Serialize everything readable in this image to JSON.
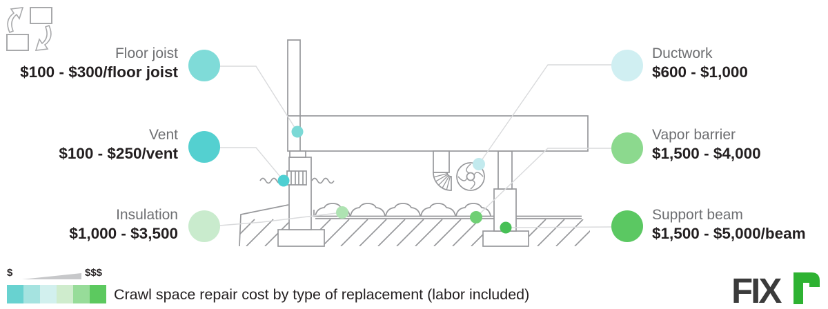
{
  "items": [
    {
      "id": "floor-joist",
      "label": "Floor joist",
      "price": "$100 - $300/floor joist",
      "color": "#7fdbd8",
      "dot_color": "#7bd9d6"
    },
    {
      "id": "vent",
      "label": "Vent",
      "price": "$100 - $250/vent",
      "color": "#54d0d0",
      "dot_color": "#4ecfd2"
    },
    {
      "id": "insulation",
      "label": "Insulation",
      "price": "$1,000 - $3,500",
      "color": "#c9ebcd",
      "dot_color": "#aee3b2"
    },
    {
      "id": "ductwork",
      "label": "Ductwork",
      "price": "$600 - $1,000",
      "color": "#d0eff2",
      "dot_color": "#c2eaee"
    },
    {
      "id": "vapor-barrier",
      "label": "Vapor barrier",
      "price": "$1,500 - $4,000",
      "color": "#8cd98e",
      "dot_color": "#6fcf74"
    },
    {
      "id": "support-beam",
      "label": "Support beam",
      "price": "$1,500 - $5,000/beam",
      "color": "#5bc862",
      "dot_color": "#47c056"
    }
  ],
  "legend": {
    "low_label": "$",
    "high_label": "$$$",
    "scale_colors": [
      "#68d2d0",
      "#a5e3e0",
      "#d2f0ee",
      "#cfeccd",
      "#97dc99",
      "#5cc95f"
    ]
  },
  "caption": "Crawl space repair cost by type of replacement (labor included)",
  "logo": {
    "text": "FIX",
    "accent_letter": "r",
    "text_color": "#3b3b3b",
    "accent_color": "#2eb232"
  }
}
